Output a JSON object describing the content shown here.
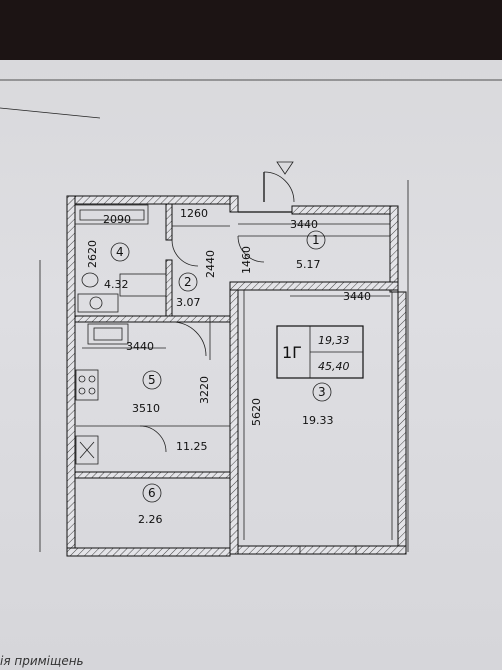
{
  "rooms": [
    {
      "number": "1",
      "area": "5.17"
    },
    {
      "number": "2",
      "area": "3.07"
    },
    {
      "number": "3",
      "area": "19.33"
    },
    {
      "number": "4",
      "area": "4.32"
    },
    {
      "number": "5",
      "area": "11.25"
    },
    {
      "number": "6",
      "area": "2.26"
    }
  ],
  "dimensions": {
    "d2090": "2090",
    "d1260": "1260",
    "d3440_top": "3440",
    "d2620": "2620",
    "d2440": "2440",
    "d1460": "1460",
    "d3440_right": "3440",
    "d3440_kitchen": "3440",
    "d3220": "3220",
    "d3510": "3510",
    "d5620": "5620"
  },
  "apartment": {
    "type": "1Г",
    "living_area": "19,33",
    "total_area": "45,40"
  },
  "caption": "ія приміщень",
  "colors": {
    "line": "#111111",
    "paper": "#dcdce0",
    "background": "#1c1414"
  }
}
